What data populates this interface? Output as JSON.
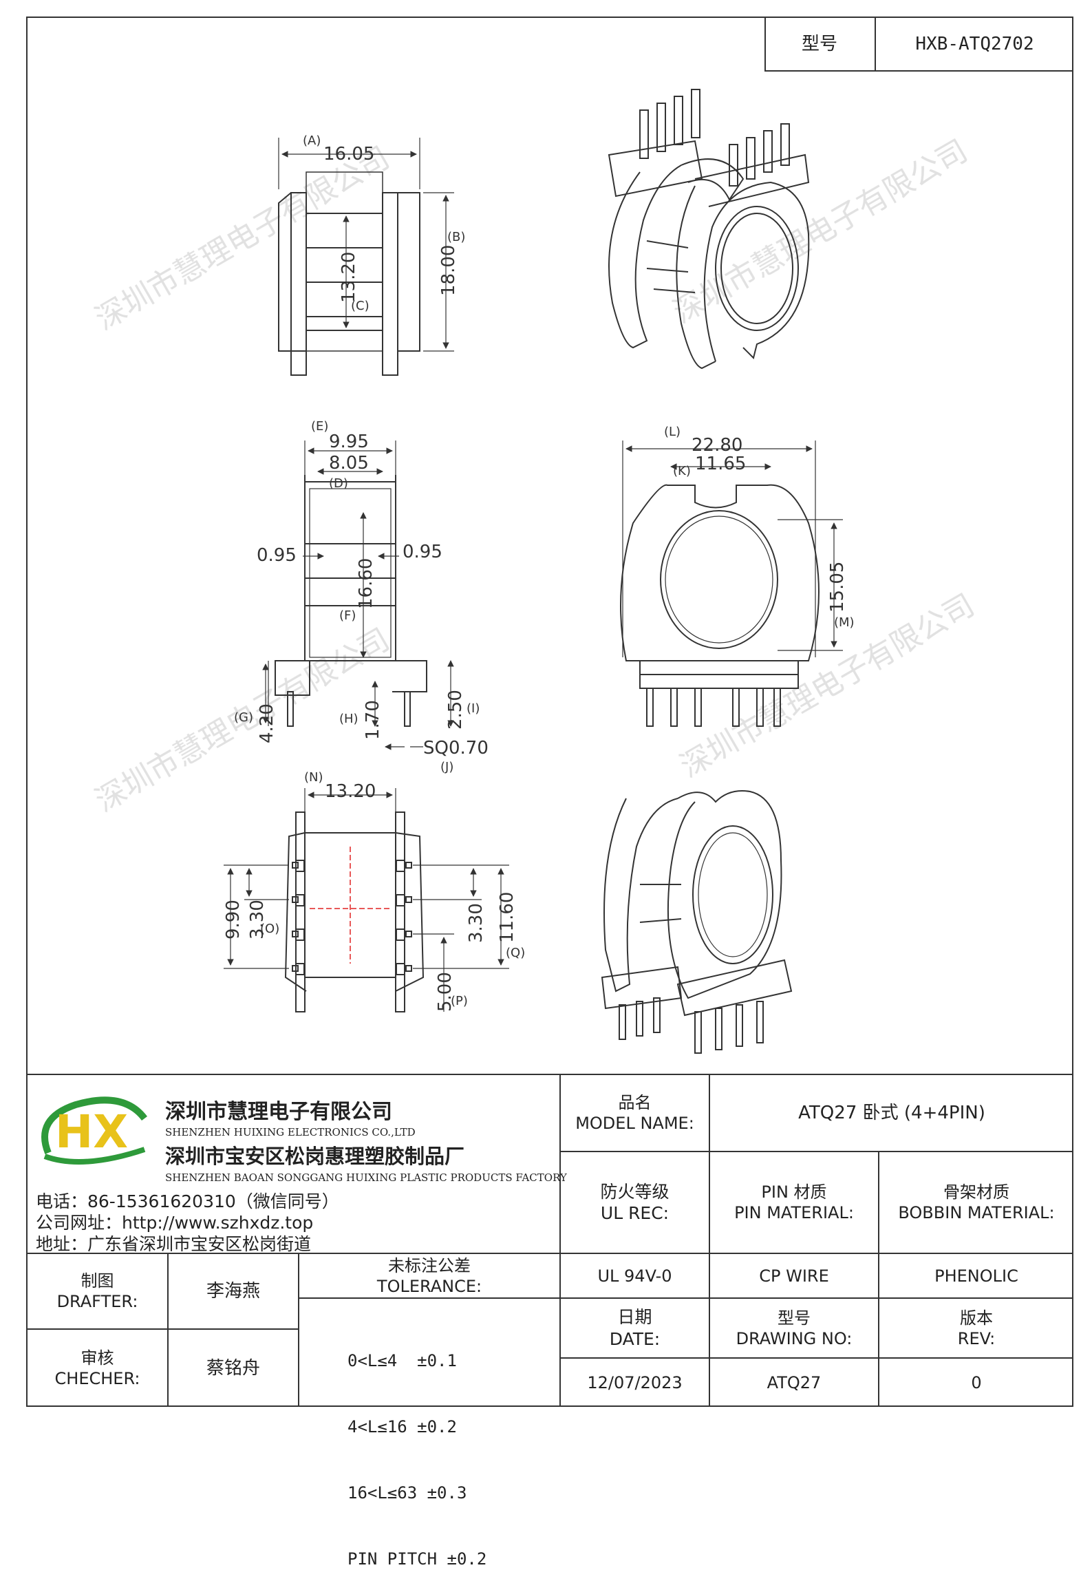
{
  "title_block_top": {
    "model_label": "型号",
    "model_value": "HXB-ATQ2702"
  },
  "drawing": {
    "views": {
      "top_left": {
        "A": "(A)",
        "A_val": "16.05",
        "B": "(B)",
        "B_val": "18.00",
        "C": "(C)",
        "C_val": "13.20"
      },
      "mid_left": {
        "E": "(E)",
        "E_val": "9.95",
        "D": "(D)",
        "D_val": "8.05",
        "left_095": "0.95",
        "right_095": "0.95",
        "F": "(F)",
        "F_val": "16.60",
        "G": "(G)",
        "G_val": "4.20",
        "H": "(H)",
        "H_val": "1.70",
        "I": "(I)",
        "I_val": "2.50",
        "J": "(J)",
        "J_val": "SQ0.70"
      },
      "mid_right": {
        "L": "(L)",
        "L_val": "22.80",
        "K": "(K)",
        "K_val": "11.65",
        "M": "(M)",
        "M_val": "15.05"
      },
      "bottom_left": {
        "N": "(N)",
        "N_val": "13.20",
        "O": "(O)",
        "O_val": "9.90",
        "O2_val": "3.30",
        "R_val": "3.30",
        "Q": "(Q)",
        "Q_val": "11.60",
        "P": "(P)",
        "P_val": "5.00"
      }
    }
  },
  "company": {
    "logo_letters": "HX",
    "name_cn": "深圳市慧理电子有限公司",
    "name_en": "SHENZHEN HUIXING ELECTRONICS CO.,LTD",
    "factory_cn": "深圳市宝安区松岗惠理塑胶制品厂",
    "factory_en": "SHENZHEN BAOAN SONGGANG HUIXING PLASTIC PRODUCTS FACTORY",
    "phone": "电话：86-15361620310（微信同号）",
    "website": "公司网址：http://www.szhxdz.top",
    "address": "地址：广东省深圳市宝安区松岗街道"
  },
  "watermark": "深圳市慧理电子有限公司",
  "title_block": {
    "model_name_cn": "品名",
    "model_name_en": "MODEL NAME:",
    "model_name_value": "ATQ27 卧式 (4+4PIN)",
    "ul_rec_cn": "防火等级",
    "ul_rec_en": "UL REC:",
    "pin_material_cn": "PIN 材质",
    "pin_material_en": "PIN MATERIAL:",
    "bobbin_material_cn": "骨架材质",
    "bobbin_material_en": "BOBBIN MATERIAL:",
    "ul_rec_value": "UL 94V-0",
    "pin_material_value": "CP WIRE",
    "bobbin_material_value": "PHENOLIC",
    "drafter_cn": "制图",
    "drafter_en": "DRAFTER:",
    "drafter_value": "李海燕",
    "checker_cn": "审核",
    "checker_en": "CHECHER:",
    "checker_value": "蔡铭舟",
    "tolerance_cn": "未标注公差",
    "tolerance_en": "TOLERANCE:",
    "tolerance_rows": [
      "0<L≤4  ±0.1",
      "4<L≤16 ±0.2",
      "16<L≤63 ±0.3",
      "PIN PITCH ±0.2"
    ],
    "date_cn": "日期",
    "date_en": "DATE:",
    "date_value": "12/07/2023",
    "drawing_no_cn": "型号",
    "drawing_no_en": "DRAWING NO:",
    "drawing_no_value": "ATQ27",
    "rev_cn": "版本",
    "rev_en": "REV:",
    "rev_value": "0"
  },
  "colors": {
    "line": "#333333",
    "logo_green": "#2e9a3a",
    "logo_yellow": "#e8c21a",
    "center_mark": "#e02020",
    "watermark": "#c8c8c8"
  }
}
